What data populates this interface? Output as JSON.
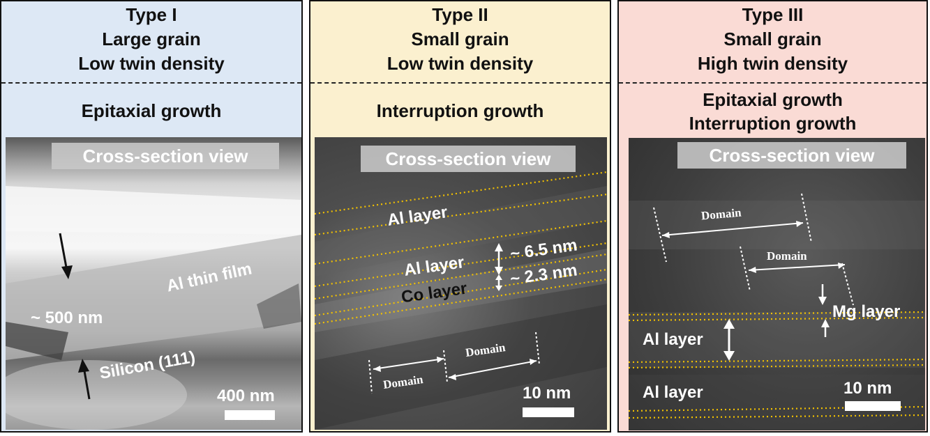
{
  "panels": [
    {
      "title_lines": [
        "Type I",
        "Large grain",
        "Low twin density"
      ],
      "growth_lines": [
        "Epitaxial growth"
      ],
      "background": "#dde8f5",
      "view_label": "Cross-section  view",
      "labels": {
        "thickness": "~ 500 nm",
        "film": "Al thin film",
        "substrate": "Silicon (111)"
      },
      "scale": "400 nm"
    },
    {
      "title_lines": [
        "Type II",
        "Small grain",
        "Low twin density"
      ],
      "growth_lines": [
        "Interruption growth"
      ],
      "background": "#fbf0cf",
      "view_label": "Cross-section  view",
      "labels": {
        "layer_top": "Al layer",
        "layer_mid": "Al layer",
        "co_layer": "Co layer",
        "al_thickness": "~ 6.5 nm",
        "co_thickness": "~ 2.3 nm",
        "domain_left": "Domain",
        "domain_right": "Domain"
      },
      "scale": "10 nm"
    },
    {
      "title_lines": [
        "Type III",
        "Small grain",
        "High twin density"
      ],
      "growth_lines": [
        "Epitaxial growth",
        "Interruption growth"
      ],
      "background": "#fadbd5",
      "view_label": "Cross-section  view",
      "labels": {
        "domain_top": "Domain",
        "domain_mid": "Domain",
        "mg_layer": "Mg layer",
        "layer_upper": "Al layer",
        "layer_lower": "Al layer"
      },
      "scale": "10 nm"
    }
  ],
  "colors": {
    "layer_line": "#f2c100",
    "arrow_black": "#111111",
    "arrow_white": "#ffffff"
  }
}
